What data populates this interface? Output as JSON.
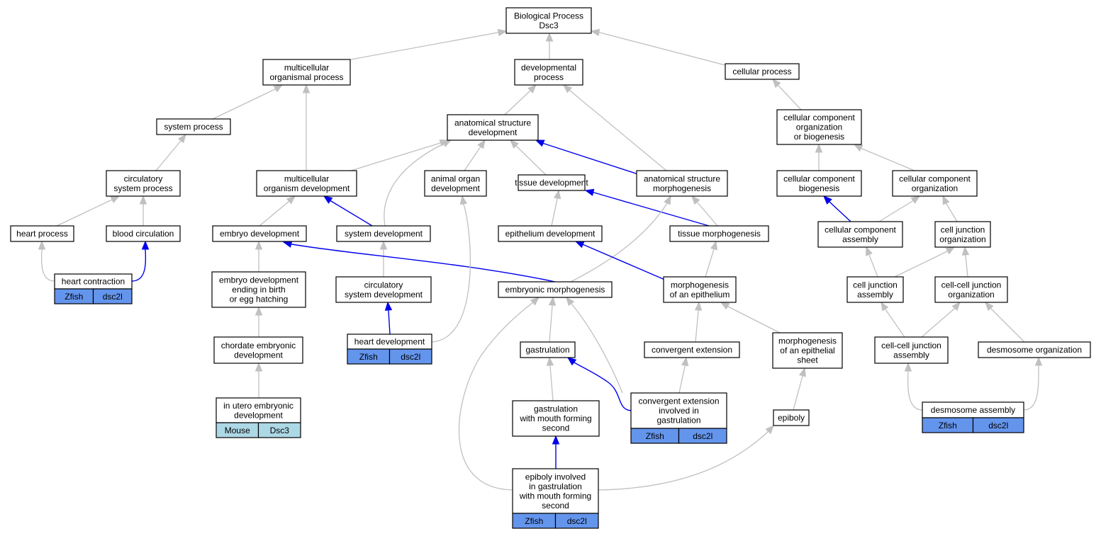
{
  "colors": {
    "zfish": "#6495ed",
    "mouse": "#add8e6",
    "gray_edge": "#c0c0c0",
    "blue_edge": "#0000ee"
  },
  "nodes": {
    "root": [
      "Biological Process",
      "Dsc3"
    ],
    "multicellular_organismal_process": [
      "multicellular",
      "organismal process"
    ],
    "developmental_process": [
      "developmental",
      "process"
    ],
    "cellular_process": [
      "cellular process"
    ],
    "system_process": [
      "system process"
    ],
    "anatomical_structure_development": [
      "anatomical structure",
      "development"
    ],
    "ccob": [
      "cellular component",
      "organization",
      "or biogenesis"
    ],
    "circulatory_system_process": [
      "circulatory",
      "system process"
    ],
    "multicellular_organism_development": [
      "multicellular",
      "organism development"
    ],
    "animal_organ_development": [
      "animal organ",
      "development"
    ],
    "tissue_development": [
      "tissue development"
    ],
    "anatomical_structure_morphogenesis": [
      "anatomical structure",
      "morphogenesis"
    ],
    "cc_biogenesis": [
      "cellular component",
      "biogenesis"
    ],
    "cc_organization": [
      "cellular component",
      "organization"
    ],
    "heart_process": [
      "heart process"
    ],
    "blood_circulation": [
      "blood circulation"
    ],
    "embryo_development": [
      "embryo development"
    ],
    "system_development": [
      "system development"
    ],
    "epithelium_development": [
      "epithelium development"
    ],
    "tissue_morphogenesis": [
      "tissue morphogenesis"
    ],
    "cc_assembly": [
      "cellular component",
      "assembly"
    ],
    "cell_junction_organization": [
      "cell junction",
      "organization"
    ],
    "heart_contraction": [
      "heart contraction"
    ],
    "embryo_dev_birth": [
      "embryo development",
      "ending in birth",
      "or egg hatching"
    ],
    "circulatory_system_development": [
      "circulatory",
      "system development"
    ],
    "embryonic_morphogenesis": [
      "embryonic morphogenesis"
    ],
    "morphogenesis_epithelium": [
      "morphogenesis",
      "of an epithelium"
    ],
    "cell_junction_assembly": [
      "cell junction",
      "assembly"
    ],
    "cc_junction_organization": [
      "cell-cell junction",
      "organization"
    ],
    "chordate_embryonic_development": [
      "chordate embryonic",
      "development"
    ],
    "heart_development": [
      "heart development"
    ],
    "gastrulation": [
      "gastrulation"
    ],
    "convergent_extension": [
      "convergent extension"
    ],
    "morphogenesis_epithelial_sheet": [
      "morphogenesis",
      "of an epithelial",
      "sheet"
    ],
    "cc_junction_assembly": [
      "cell-cell junction",
      "assembly"
    ],
    "desmosome_organization": [
      "desmosome organization"
    ],
    "in_utero": [
      "in utero embryonic",
      "development"
    ],
    "ce_gastrulation": [
      "convergent extension",
      "involved in",
      "gastrulation"
    ],
    "gastrulation_mouth_second": [
      "gastrulation",
      "with mouth forming",
      "second"
    ],
    "epiboly": [
      "epiboly"
    ],
    "desmosome_assembly": [
      "desmosome assembly"
    ],
    "epiboly_gastrulation": [
      "epiboly involved",
      "in gastrulation",
      "with mouth forming",
      "second"
    ]
  },
  "annotations": {
    "heart_contraction": [
      "Zfish",
      "dsc2l"
    ],
    "heart_development": [
      "Zfish",
      "dsc2l"
    ],
    "in_utero": [
      "Mouse",
      "Dsc3"
    ],
    "ce_gastrulation": [
      "Zfish",
      "dsc2l"
    ],
    "desmosome_assembly": [
      "Zfish",
      "dsc2l"
    ],
    "epiboly_gastrulation": [
      "Zfish",
      "dsc2l"
    ]
  }
}
